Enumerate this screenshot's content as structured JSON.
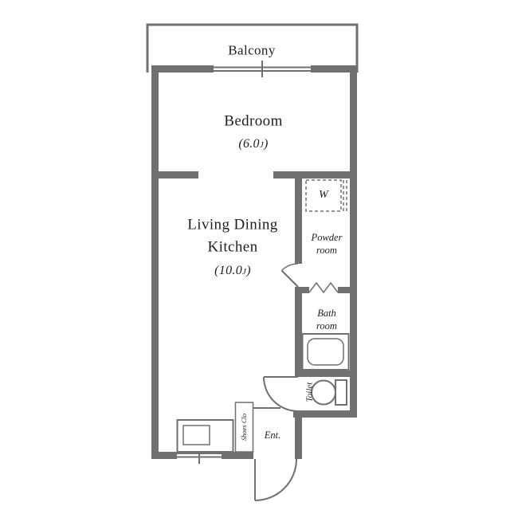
{
  "floor_plan": {
    "balcony": {
      "label": "Balcony"
    },
    "bedroom": {
      "name": "Bedroom",
      "size_prefix": "(6.0",
      "size_unit": "J",
      "size_suffix": ")"
    },
    "living_dining_kitchen": {
      "name_line1": "Living Dining",
      "name_line2": "Kitchen",
      "size_prefix": "(10.0",
      "size_unit": "J",
      "size_suffix": ")"
    },
    "powder_room": {
      "name_line1": "Powder",
      "name_line2": "room"
    },
    "bath_room": {
      "name_line1": "Bath",
      "name_line2": "room"
    },
    "washer_storage": {
      "label": "W"
    },
    "toilet": {
      "label": "Toilet"
    },
    "entrance": {
      "label": "Ent."
    },
    "shoes_closet": {
      "label": "Shoes Clo"
    },
    "colors": {
      "wall": "#707070",
      "text": "#1f1f1f",
      "background": "#ffffff"
    }
  }
}
